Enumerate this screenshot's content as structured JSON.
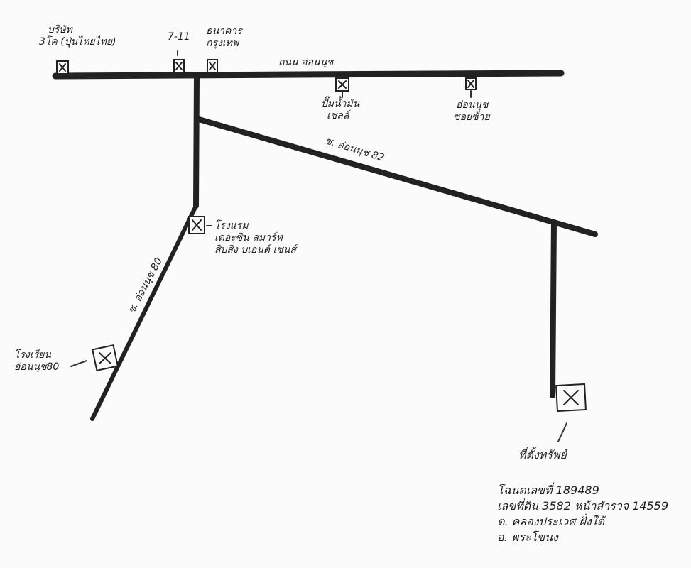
{
  "roads": {
    "main_road": "ถนน อ่อนนุช",
    "soi_82": "ซ. อ่อนนุช 82",
    "soi_80": "ซ. อ่อนนุช 80"
  },
  "landmarks": {
    "company": [
      "บริษัท",
      "3โค (ปุ่นไทยไทย)"
    ],
    "seven_eleven": [
      "7-11"
    ],
    "bank": [
      "ธนาคาร",
      "กรุงเทพ"
    ],
    "gas_station": [
      "ปั๊มน้ำมัน",
      "เชลล์"
    ],
    "onnut_sign": [
      "อ่อนนุช",
      "ซอยซ้าย"
    ],
    "hotel": [
      "โรงแรม",
      "เดอะซิน สมาร์ท",
      "สิบสิ่ง บเอนต์ เซนส์"
    ],
    "school": [
      "โรงเรียน",
      "อ่อนนุช80"
    ],
    "property": [
      "ที่ตั้งทรัพย์"
    ]
  },
  "property_details": [
    "โฉนดเลขที่ 189489",
    "เลขที่ดิน 3582 หน้าสำรวจ 14559",
    "ต. คลองประเวศ ฝั่งใต้",
    "อ. พระโขนง"
  ],
  "icons": {
    "landmark_marker": "boxed-x-icon",
    "property_marker": "boxed-x-icon"
  }
}
